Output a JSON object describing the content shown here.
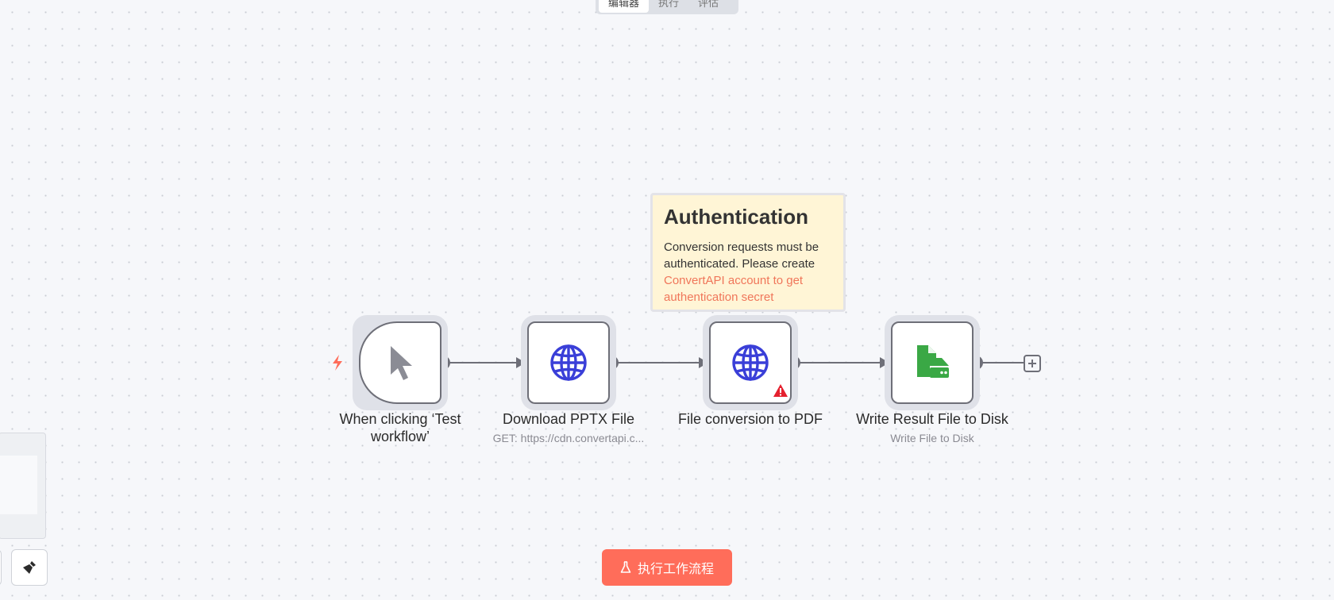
{
  "tabs": [
    "编辑器",
    "执行",
    "评估"
  ],
  "sticky_note": {
    "title": "Authentication",
    "body": "Conversion requests must be authenticated. Please create",
    "link": "ConvertAPI account to get",
    "link_cut": "authentication secret"
  },
  "nodes": [
    {
      "title": "When clicking ‘Test workflow’",
      "subtitle": "",
      "icon": "cursor-icon"
    },
    {
      "title": "Download PPTX File",
      "subtitle": "GET: https://cdn.convertapi.c...",
      "icon": "globe-icon"
    },
    {
      "title": "File conversion to PDF",
      "subtitle": "",
      "icon": "globe-icon",
      "warning": true
    },
    {
      "title": "Write Result File to Disk",
      "subtitle": "Write File to Disk",
      "icon": "file-disk-icon"
    }
  ],
  "execute_button": {
    "label": "执行工作流程"
  },
  "colors": {
    "accent": "#ff6d5a",
    "node_border": "#6e6f78",
    "globe": "#3a3fd8",
    "file_icon": "#3aa845",
    "warning": "#e5202e",
    "sticky_bg": "#fff5d6"
  }
}
